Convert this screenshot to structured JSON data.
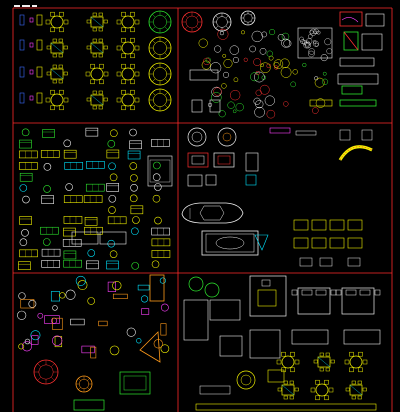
{
  "drawing": {
    "background": "#000000",
    "divider_color": "#ff2a2a",
    "palette": {
      "yellow": "#f2f200",
      "white": "#f0f0f0",
      "cyan": "#00e5ff",
      "green": "#2ee82e",
      "red": "#ff3030",
      "magenta": "#ff40ff",
      "blue": "#3a6bff",
      "orange": "#ff9a1a",
      "gray": "#9a9a9a"
    },
    "panels": [
      {
        "id": "dining-tables",
        "symbol": "table-set"
      },
      {
        "id": "landscape",
        "symbol": "tree-plan"
      },
      {
        "id": "living-room",
        "symbol": "sofa-set"
      },
      {
        "id": "rugs-and-car",
        "symbol": "rug"
      },
      {
        "id": "bedrooms",
        "symbol": "bed"
      },
      {
        "id": "kitchen-misc",
        "symbol": "appliance"
      },
      {
        "id": "floor-plans",
        "symbol": "room-plan"
      },
      {
        "id": "bedroom-suites",
        "symbol": "double-bed"
      }
    ]
  }
}
